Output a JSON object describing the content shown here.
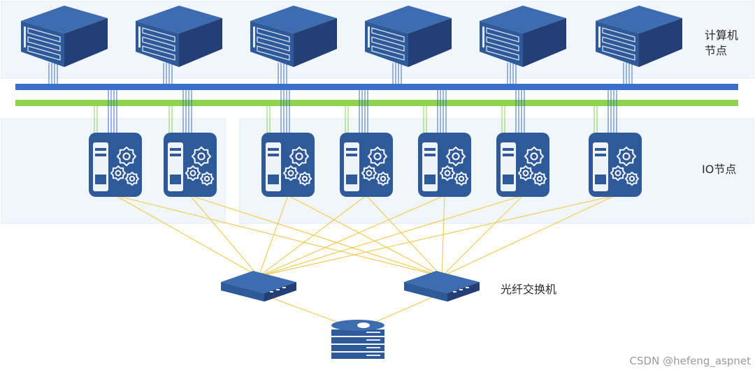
{
  "labels": {
    "compute_line1": "计算机",
    "compute_line2": "节点",
    "io_nodes": "IO节点",
    "fc_switch": "光纤交换机"
  },
  "watermark": "CSDN @hefeng_aspnet",
  "colors": {
    "zone_fill": "#f1f6fc",
    "zone_border": "#dfe8f2",
    "network_blue": "#3a6fc9",
    "network_green": "#8cd34d",
    "fiber_yellow": "#f2c84b",
    "device_blue": "#2f5a9a",
    "device_dark": "#233f75"
  }
}
